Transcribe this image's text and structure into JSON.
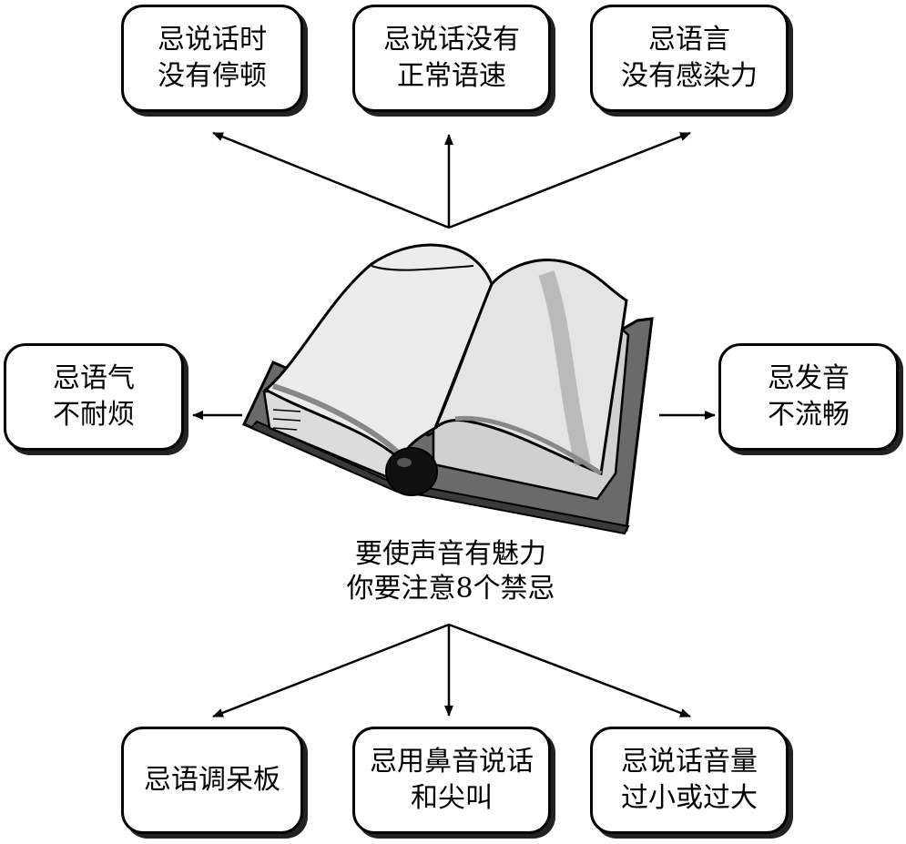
{
  "center": {
    "line1": "要使声音有魅力",
    "line2": "你要注意8个禁忌"
  },
  "boxes": [
    {
      "text": "忌说话时\n没有停顿"
    },
    {
      "text": "忌说话没有\n正常语速"
    },
    {
      "text": "忌语言\n没有感染力"
    },
    {
      "text": "忌语气\n不耐烦"
    },
    {
      "text": "忌发音\n不流畅"
    },
    {
      "text": "忌语调呆板"
    },
    {
      "text": "忌用鼻音说话\n和尖叫"
    },
    {
      "text": "忌说话音量\n过小或过大"
    }
  ],
  "icons": {
    "center_image": "open-book-icon"
  }
}
